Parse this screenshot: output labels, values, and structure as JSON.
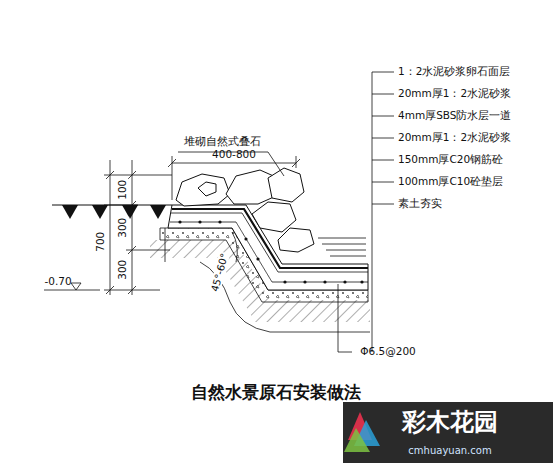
{
  "diagram": {
    "title": "自然水景原石安装做法",
    "labels": [
      "1：2水泥砂浆卵石面层",
      "20mm厚1：2水泥砂浆",
      "4mm厚SBS防水层一道",
      "20mm厚1：2水泥砂浆",
      "150mm厚C20钢筋砼",
      "100mm厚C10砼垫层",
      "素土夯实",
      "堆砌自然式叠石",
      "400-800",
      "100",
      "300",
      "700",
      "300",
      "-0.70",
      "45°-60°",
      "Φ6.5@200",
      "彩木花园",
      "cmhuayuan.com"
    ]
  }
}
